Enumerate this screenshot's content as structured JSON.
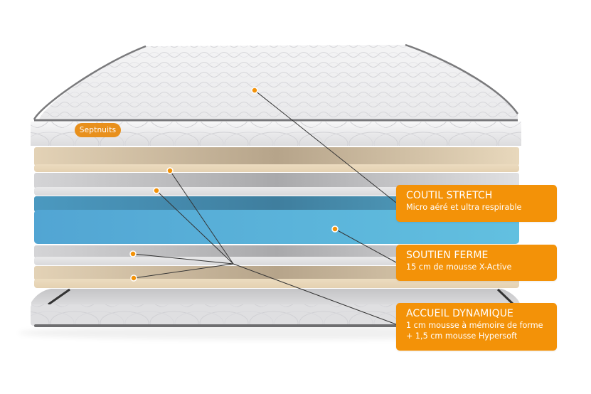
{
  "brand": {
    "label": "Septnuits",
    "color": "#e8901c"
  },
  "colors": {
    "accent": "#f39208",
    "foam_blue": "#56afd8",
    "beige_layer": "#e6d3b4",
    "gray_layer": "#d7d7d7",
    "leader_line": "#333333"
  },
  "callouts": [
    {
      "title": "COUTIL STRETCH",
      "description": [
        "Micro aéré et ultra respirable"
      ]
    },
    {
      "title": "SOUTIEN FERME",
      "description": [
        "15 cm de mousse X-Active"
      ]
    },
    {
      "title": "ACCUEIL DYNAMIQUE",
      "description": [
        "1 cm mousse à mémoire de forme",
        "+ 1,5 cm mousse Hypersoft"
      ]
    }
  ],
  "layers": [
    {
      "name": "top-cover",
      "type": "quilted-fabric"
    },
    {
      "name": "comfort-beige-top",
      "type": "memory-foam"
    },
    {
      "name": "comfort-gray-top",
      "type": "hypersoft-foam"
    },
    {
      "name": "support-core",
      "type": "x-active-foam"
    },
    {
      "name": "comfort-gray-bottom",
      "type": "hypersoft-foam"
    },
    {
      "name": "comfort-beige-bottom",
      "type": "memory-foam"
    },
    {
      "name": "bottom-cover",
      "type": "quilted-fabric"
    }
  ]
}
